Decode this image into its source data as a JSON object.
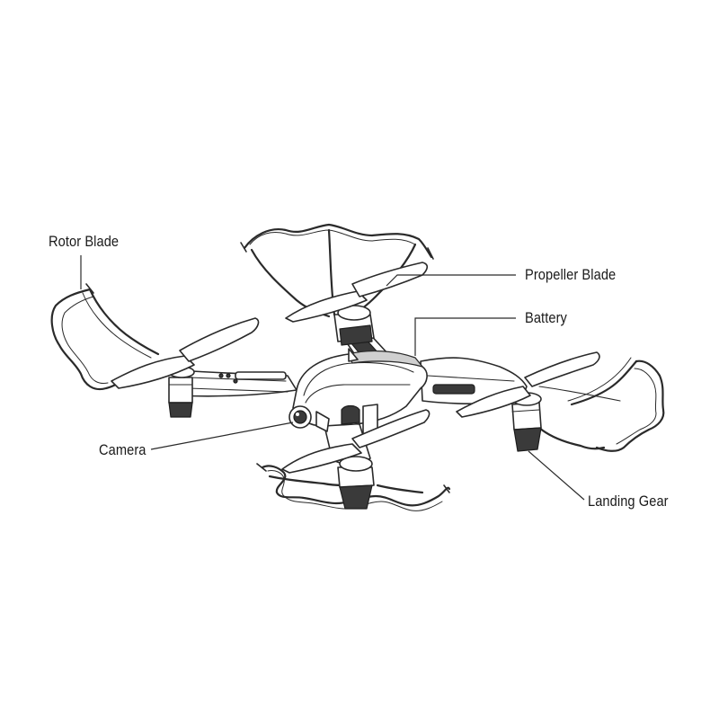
{
  "labels": {
    "rotor_blade": "Rotor Blade",
    "propeller_blade": "Propeller Blade",
    "battery": "Battery",
    "camera": "Camera",
    "landing_gear": "Landing Gear"
  },
  "colors": {
    "line": "#2a2a2a",
    "background": "#ffffff",
    "dark_fill": "#3a3a3a"
  }
}
